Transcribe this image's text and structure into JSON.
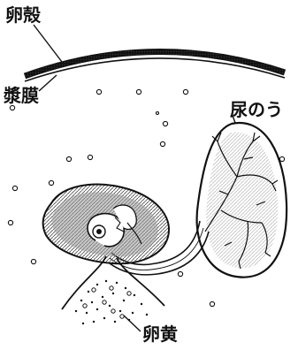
{
  "labels": {
    "eggshell": "卵殻",
    "shell_membrane": "漿膜",
    "allantois": "尿のう",
    "yolk": "卵黄"
  },
  "colors": {
    "ink": "#111111",
    "shade": "#9a9a9a",
    "paper": "#ffffff"
  }
}
